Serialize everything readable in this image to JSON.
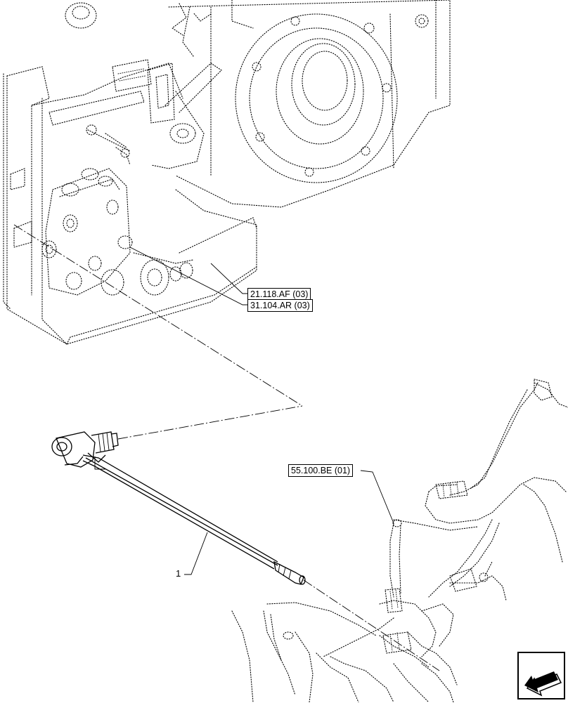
{
  "references": {
    "ref_1": "21.118.AF (03)",
    "ref_2": "31.104.AR (03)",
    "ref_3": "55.100.BE (01)"
  },
  "callouts": {
    "item_1": "1"
  },
  "icons": {
    "nav": "arrow-back-icon"
  }
}
